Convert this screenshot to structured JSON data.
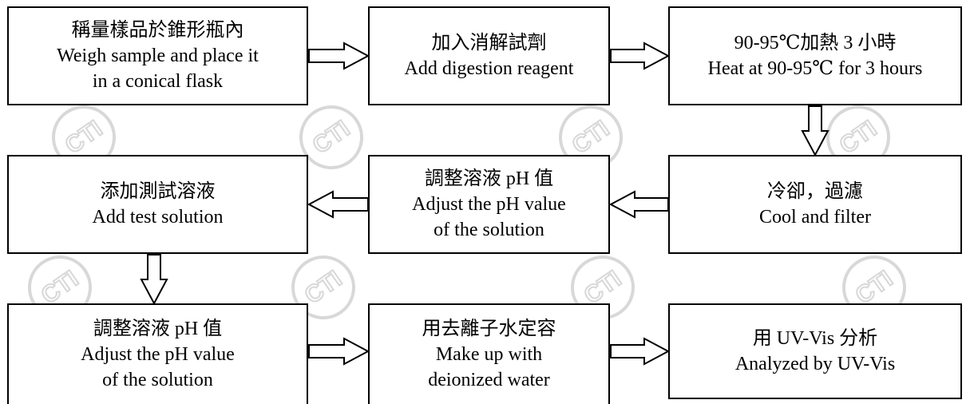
{
  "steps": [
    {
      "zh": "稱量樣品於錐形瓶內",
      "en1": "Weigh sample and place it",
      "en2": "in a conical flask"
    },
    {
      "zh": "加入消解試劑",
      "en1": "Add digestion reagent"
    },
    {
      "zh": "90-95℃加熱 3 小時",
      "en1": "Heat at 90-95℃  for 3 hours"
    },
    {
      "zh": "冷卻，過濾",
      "en1": "Cool and filter"
    },
    {
      "zh": "調整溶液 pH 值",
      "en1": "Adjust the pH value",
      "en2": "of the solution"
    },
    {
      "zh": "添加測試溶液",
      "en1": "Add test solution"
    },
    {
      "zh": "調整溶液 pH 值",
      "en1": "Adjust the pH value",
      "en2": "of the solution"
    },
    {
      "zh": "用去離子水定容",
      "en1": "Make up with",
      "en2": "deionized water"
    },
    {
      "zh": "用 UV-Vis 分析",
      "en1": "Analyzed by UV-Vis"
    }
  ],
  "watermark_text": "CTI",
  "colors": {
    "border": "#000000",
    "watermark": "#d8d8d8"
  }
}
